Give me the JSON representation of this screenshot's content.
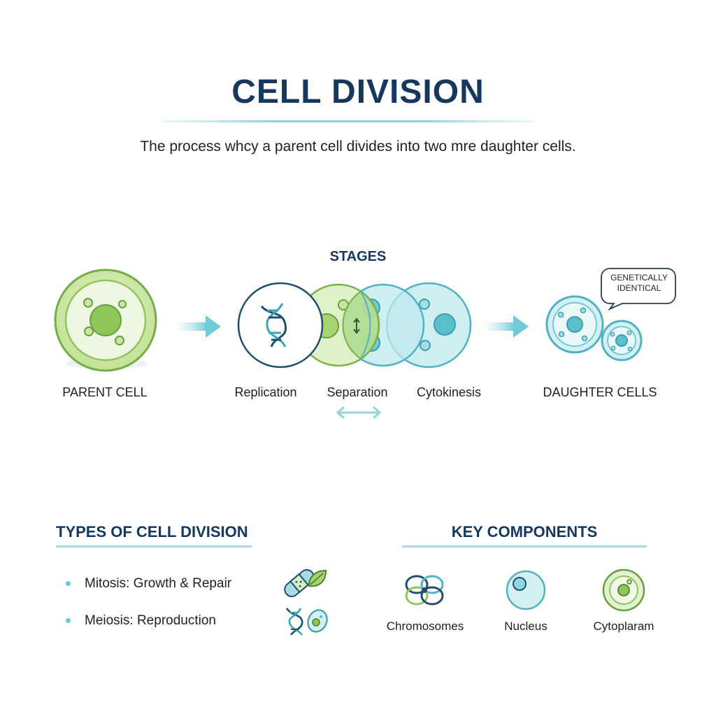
{
  "header": {
    "title": "CELL DIVISION",
    "subtitle": "The process whcy a parent cell divides into two mre daughter cells."
  },
  "stages": {
    "title": "STAGES",
    "parent_label": "PARENT CELL",
    "replication_label": "Replication",
    "separation_label": "Separation",
    "cytokinesis_label": "Cytokinesis",
    "daughter_label": "DAUGHTER CELLS",
    "bubble_line1": "GENETICALLY",
    "bubble_line2": "IDENTICAL"
  },
  "types": {
    "title": "TYPES OF CELL DIVISION",
    "items": [
      {
        "label": "Mitosis: Growth & Repair",
        "icon": "bandage-leaf-icon"
      },
      {
        "label": "Meiosis: Reproduction",
        "icon": "dna-cell-icon"
      }
    ]
  },
  "components": {
    "title": "KEY COMPONENTS",
    "items": [
      {
        "label": "Chromosomes",
        "icon": "chromosome-icon"
      },
      {
        "label": "Nucleus",
        "icon": "nucleus-icon"
      },
      {
        "label": "Cytoplaram",
        "icon": "cytoplasm-icon"
      }
    ]
  },
  "colors": {
    "navy": "#16385e",
    "green": "#8dc759",
    "teal": "#5bbfcc",
    "light_teal": "#a7dce3"
  }
}
